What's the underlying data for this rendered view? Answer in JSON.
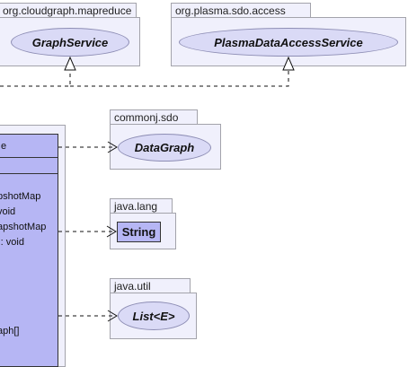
{
  "packages": [
    {
      "name": "org.cloudgraph.mapreduce",
      "element": "GraphService"
    },
    {
      "name": "org.plasma.sdo.access",
      "element": "PlasmaDataAccessService"
    },
    {
      "name": "commonj.sdo",
      "element": "DataGraph"
    },
    {
      "name": "java.lang",
      "element": "String"
    },
    {
      "name": "java.util",
      "element": "List<E>"
    }
  ],
  "main_class": {
    "title_fragment": "e",
    "members": [
      "pshotMap",
      "void",
      "apshotMap",
      "): void",
      "aph[]"
    ]
  }
}
